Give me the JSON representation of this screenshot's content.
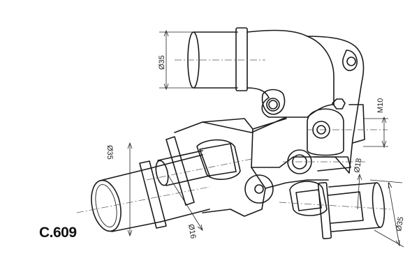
{
  "part_code": "C.609",
  "dimensions": {
    "top_outlet": "Ø35",
    "mount_bolt": "M10",
    "left_inlet": "Ø35",
    "small_pipe": "Ø16",
    "right_port": "Ø18",
    "right_outlet": "Ø35"
  }
}
